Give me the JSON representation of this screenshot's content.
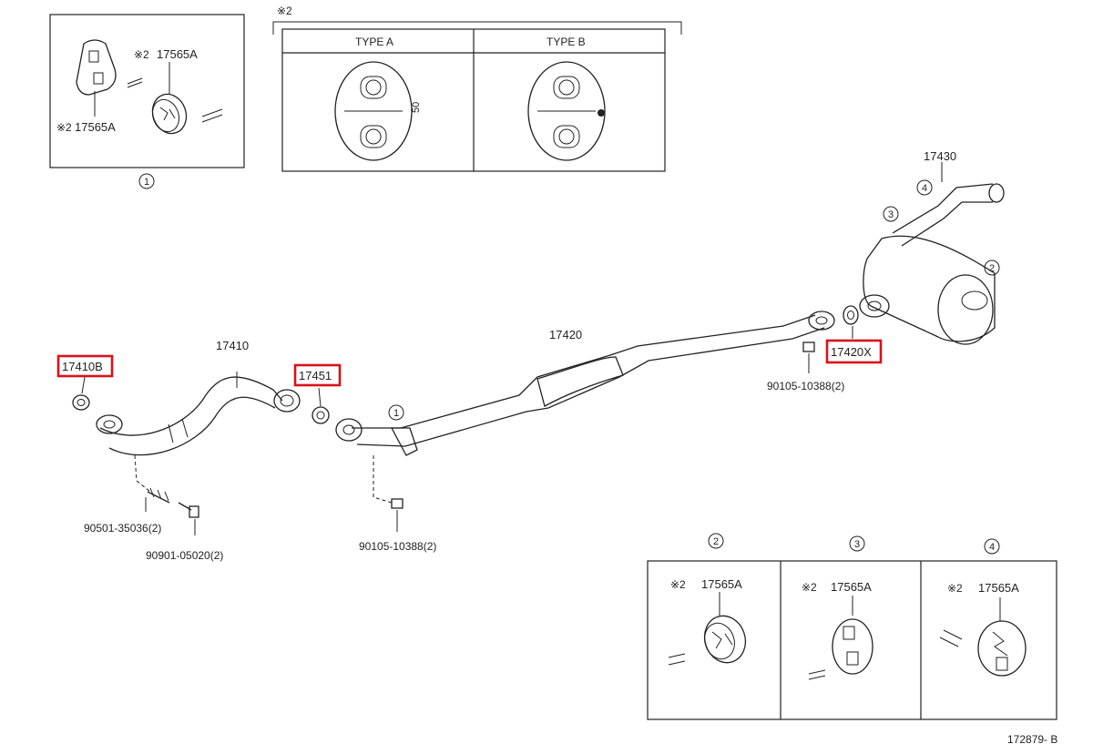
{
  "inset_1": {
    "note_top": "※2",
    "part_top": "17565A",
    "note_bottom": "※2",
    "part_bottom": "17565A",
    "ref": "1"
  },
  "type_table": {
    "note": "※2",
    "col_a": "TYPE A",
    "col_b": "TYPE B",
    "dimension": "50"
  },
  "callouts": {
    "p17410B": "17410B",
    "p17410": "17410",
    "p17451": "17451",
    "p17420": "17420",
    "p17420X": "17420X",
    "p17430": "17430",
    "bolt_a": "90501-35036(2)",
    "bolt_b": "90901-05020(2)",
    "bolt_c": "90105-10388(2)",
    "bolt_d": "90105-10388(2)",
    "ref_1": "1",
    "ref_2": "2",
    "ref_3": "3",
    "ref_4": "4"
  },
  "bottom_panels": [
    {
      "ref": "2",
      "note": "※2",
      "part": "17565A"
    },
    {
      "ref": "3",
      "note": "※2",
      "part": "17565A"
    },
    {
      "ref": "4",
      "note": "※2",
      "part": "17565A"
    }
  ],
  "diagram_id": "172879- B",
  "colors": {
    "highlight": "#d8121b",
    "line": "#222222"
  }
}
